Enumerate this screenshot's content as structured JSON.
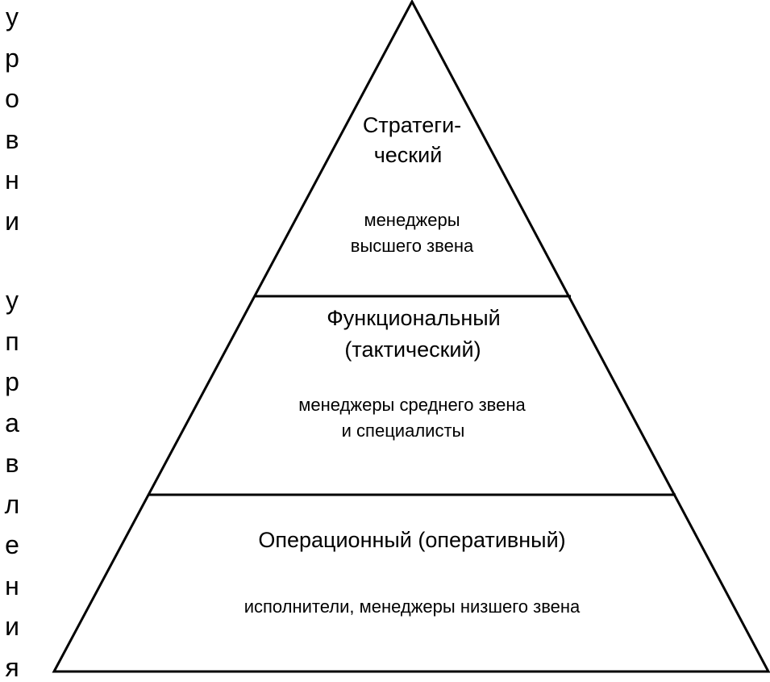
{
  "side_title": {
    "word1": "уровни",
    "word2": "управления"
  },
  "levels": [
    {
      "title_line1": "Стратеги-",
      "title_line2": "ческий",
      "desc_line1": "менеджеры",
      "desc_line2": "высшего звена"
    },
    {
      "title_line1": "Функциональный",
      "title_line2": "(тактический)",
      "desc_line1": "менеджеры среднего звена",
      "desc_line2": "и специалисты"
    },
    {
      "title_line1": "Операционный (оперативный)",
      "desc_line1": "исполнители, менеджеры низшего звена"
    }
  ]
}
